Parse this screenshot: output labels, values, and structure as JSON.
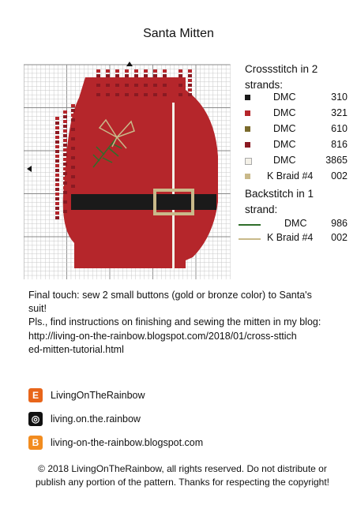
{
  "title": "Santa Mitten",
  "legend": {
    "cross_heading_line1": "Crossstitch in 2",
    "cross_heading_line2": "strands:",
    "cross": [
      {
        "name": "DMC",
        "code": "310",
        "color": "#1a1a1a"
      },
      {
        "name": "DMC",
        "code": "321",
        "color": "#b5262b"
      },
      {
        "name": "DMC",
        "code": "610",
        "color": "#7a6a2c"
      },
      {
        "name": "DMC",
        "code": "816",
        "color": "#8a1a22"
      },
      {
        "name": "DMC",
        "code": "3865",
        "color": "#f4f1e8"
      },
      {
        "name": "K Braid #4",
        "code": "002",
        "color": "#c9b98a"
      }
    ],
    "back_heading_line1": "Backstitch in 1",
    "back_heading_line2": "strand:",
    "back": [
      {
        "name": "DMC",
        "code": "986",
        "color": "#2f6e2a"
      },
      {
        "name": "K Braid #4",
        "code": "002",
        "color": "#c9b98a"
      }
    ]
  },
  "text": {
    "final_line1": "Final touch: sew 2 small buttons (gold or bronze color) to Santa's",
    "final_line2": "suit!",
    "instructions": "Pls., find instructions on finishing and sewing the mitten in my blog:",
    "url_line1": "http://living-on-the-rainbow.blogspot.com/2018/01/cross-sttich",
    "url_line2": "ed-mitten-tutorial.html"
  },
  "social": [
    {
      "icon": "etsy-icon",
      "label": "LivingOnTheRainbow",
      "color": "#e8651a",
      "glyph": "E"
    },
    {
      "icon": "instagram-icon",
      "label": "living.on.the.rainbow",
      "color": "#111111",
      "glyph": "◎"
    },
    {
      "icon": "blogger-icon",
      "label": "living-on-the-rainbow.blogspot.com",
      "color": "#f28c1f",
      "glyph": "B"
    }
  ],
  "footer": {
    "line1": "© 2018 LivingOnTheRainbow, all rights reserved. Do not distribute or",
    "line2": "publish any portion of the pattern. Thanks for respecting the copyright!"
  }
}
